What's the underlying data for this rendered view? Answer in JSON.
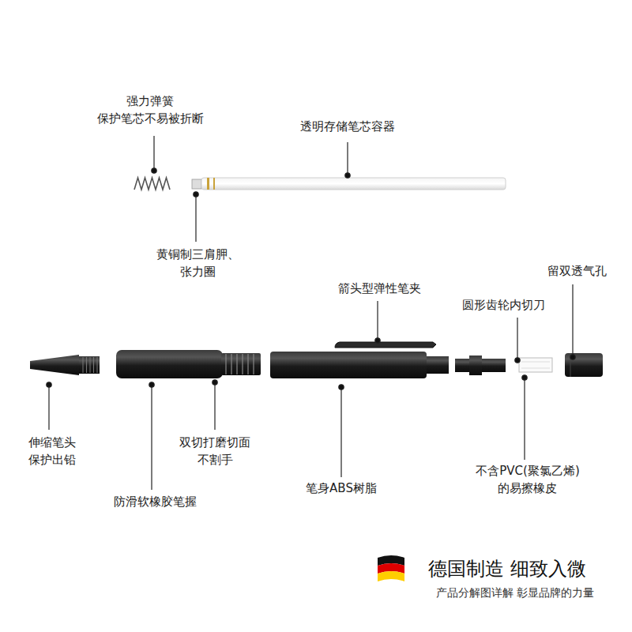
{
  "diagram": {
    "labels": [
      "强力弹簧 保护笔芯不易被折断",
      "透明存储笔芯容器",
      "黄铜制三肩胛、张力圈",
      "箭头型弹性笔夹",
      "留双透气孔",
      "圆形齿轮内切刀",
      "伸缩笔头 保护出铅",
      "双切打磨切面 不割手",
      "防滑软橡胶笔握",
      "笔身ABS树脂",
      "不含PVC(聚氯乙烯) 的易擦橡皮",
      "德国制造 细致入微",
      "产品分解图详解 彰显品牌的力量"
    ]
  }
}
